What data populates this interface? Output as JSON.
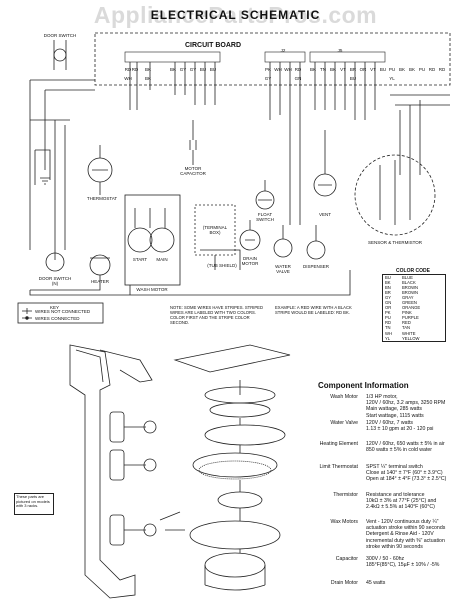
{
  "watermark": "AppliancePartsPros.com",
  "title": "ELECTRICAL SCHEMATIC",
  "circuit_board_label": "CIRCUIT BOARD",
  "connectors": {
    "j2": "J2",
    "j5": "J5"
  },
  "components": {
    "door_switch_top": "DOOR SWITCH",
    "thermostat": "THERMOSTAT",
    "motor_capacitor": "MOTOR\nCAPACITOR",
    "float_switch": "FLOAT\nSWITCH",
    "vent": "VENT",
    "sensor_thermistor": "SENSOR & THERMISTOR",
    "terminal_block": "(TERMINAL\nBOX)",
    "tub_shield": "(TUB SHIELD)",
    "drain_motor": "DRAIN\nMOTOR",
    "wash_motor": "WASH MOTOR",
    "water_valve": "WATER\nVALVE",
    "dispenser": "DISPENSER",
    "door_switch_bottom": "DOOR SWITCH\n(N)",
    "heater": "HEATER",
    "start": "START",
    "main": "MAIN"
  },
  "wire_tags": [
    "RD",
    "RD",
    "BK",
    "BK",
    "GY",
    "GY",
    "BU",
    "BU",
    "PK",
    "WH",
    "WH",
    "RD",
    "BK",
    "TN",
    "BK",
    "VT",
    "BR",
    "OR",
    "VT",
    "BU",
    "PU",
    "BK",
    "BK",
    "PU",
    "RD",
    "RD",
    "WH",
    "BK",
    "GY",
    "GN",
    "BU",
    "YL"
  ],
  "legend": {
    "title": "KEY",
    "items": [
      "WIRES NOT CONNECTED",
      "WIRES CONNECTED"
    ]
  },
  "note_left": "NOTE: SOME WIRES HAVE STRIPES. STRIPED WIRES ARE LABELED WITH TWO COLORS. COLOR FIRST AND THE STRIPE COLOR SECOND.",
  "note_right": "EXAMPLE: A RED WIRE WITH A BLACK STRIPE WOULD BE LABELED: RD BK.",
  "color_code": {
    "title": "COLOR CODE",
    "rows": [
      [
        "BU",
        "BLUE"
      ],
      [
        "BK",
        "BLACK"
      ],
      [
        "BN",
        "BROWN"
      ],
      [
        "BR",
        "BROWN"
      ],
      [
        "GY",
        "GRAY"
      ],
      [
        "GN",
        "GREEN"
      ],
      [
        "OR",
        "ORANGE"
      ],
      [
        "PK",
        "PINK"
      ],
      [
        "PU",
        "PURPLE"
      ],
      [
        "RD",
        "RED"
      ],
      [
        "TN",
        "TAN"
      ],
      [
        "WH",
        "WHITE"
      ],
      [
        "YL",
        "YELLOW"
      ]
    ]
  },
  "callout": "These parts are pictured on models with 3 racks.",
  "component_info": {
    "title": "Component Information",
    "rows": [
      {
        "name": "Wash Motor",
        "lines": [
          "1/3 HP motor,",
          "120V / 60hz, 3.2 amps, 3250 RPM",
          "Main wattage, 285 watts",
          "Start wattage, 1115 watts"
        ]
      },
      {
        "name": "Water Valve",
        "lines": [
          "120V / 60hz, 7 watts",
          "1.13 ± 10 gpm at 20 - 120 psi"
        ]
      },
      {
        "name": "Heating Element",
        "lines": [
          "120V / 60hz, 650 watts ± 5% in air",
          "850 watts ± 5% in cold water"
        ]
      },
      {
        "name": "Limit Thermostat",
        "lines": [
          "SPST ¼\" terminal switch",
          "Close at 140° ± 7°F (60° ± 3.9°C)",
          "Open at 184° ± 4°F (73.3° ± 2.5°C)"
        ]
      },
      {
        "name": "Thermistor",
        "lines": [
          "Resistance and tolerance",
          "10kΩ ± 3% at 77°F (25°C) and",
          "2.4kΩ ± 5.5% at 140°F (60°C)"
        ]
      },
      {
        "name": "Wax Motors",
        "lines": [
          "Vent - 120V continuous duty ¼\"",
          "actuation stroke within 90 seconds",
          "Detergent & Rinse Aid - 120V",
          "incremental duty with ⅜\" actuation",
          "stroke within 90 seconds"
        ]
      },
      {
        "name": "Capacitor",
        "lines": [
          "300V / 50 - 60hz",
          "185°F(85°C), 15µF ± 10% / -5%"
        ]
      },
      {
        "name": "Drain Motor",
        "lines": [
          "45 watts"
        ]
      }
    ]
  }
}
